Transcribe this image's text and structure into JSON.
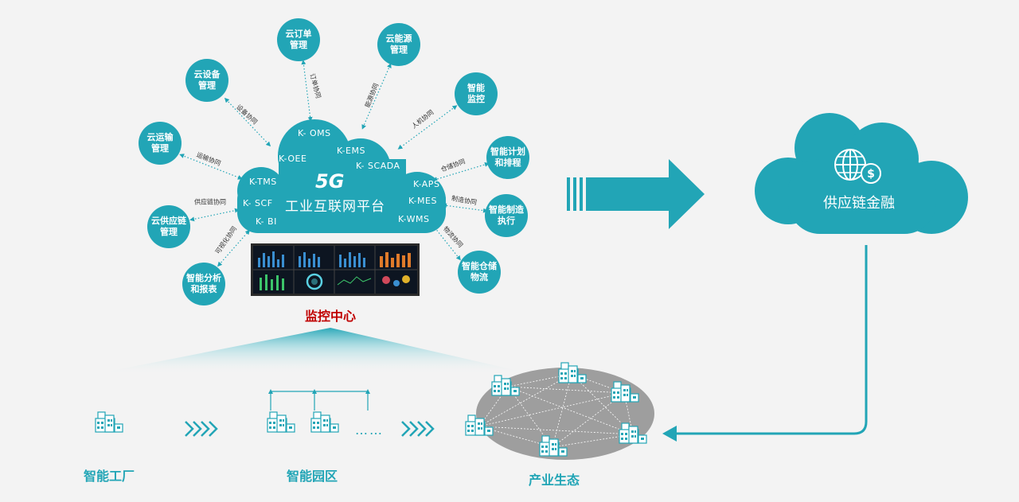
{
  "platform": {
    "badge": "5G",
    "title": "工业互联网平台",
    "modules": [
      "K- OMS",
      "K-OEE",
      "K-EMS",
      "K- SCADA",
      "K-TMS",
      "K-APS",
      "K- SCF",
      "K-MES",
      "K- BI",
      "K-WMS"
    ]
  },
  "nodes": [
    {
      "label": "云订单\n管理"
    },
    {
      "label": "云能源\n管理"
    },
    {
      "label": "云设备\n管理"
    },
    {
      "label": "智能\n监控"
    },
    {
      "label": "云运输\n管理"
    },
    {
      "label": "智能计划\n和排程"
    },
    {
      "label": "云供应链\n管理"
    },
    {
      "label": "智能制造\n执行"
    },
    {
      "label": "智能分析\n和报表"
    },
    {
      "label": "智能仓储\n物流"
    }
  ],
  "edge_labels": [
    "订单协同",
    "能源协同",
    "设备协同",
    "人机协同",
    "运输协同",
    "仓储协同",
    "供应链协同",
    "制造协同",
    "可视化协同",
    "物流协同"
  ],
  "monitor_label": "监控中心",
  "finance_label": "供应链金融",
  "bottom": {
    "factory": "智能工厂",
    "park": "智能园区",
    "ellipsis": "……",
    "ecosystem": "产业生态"
  },
  "colors": {
    "teal": "#22a5b6",
    "red": "#c00000",
    "gray": "#9e9e9e",
    "background": "#f3f3f3"
  }
}
